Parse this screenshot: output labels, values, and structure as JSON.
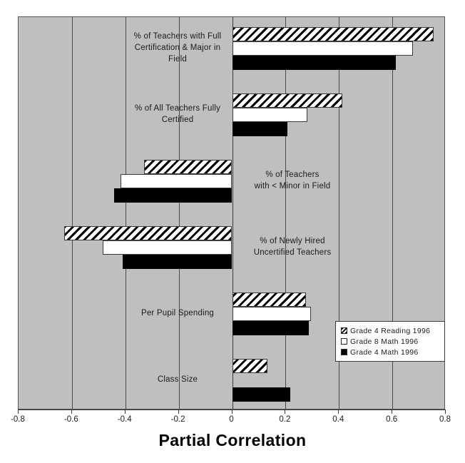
{
  "chart_data": {
    "type": "bar",
    "orientation": "horizontal",
    "title": "",
    "xlabel": "Partial Correlation",
    "ylabel": "",
    "xlim": [
      -0.8,
      0.8
    ],
    "xticks": [
      "-0.8",
      "-0.6",
      "-0.4",
      "-0.2",
      "0",
      "0.2",
      "0.4",
      "0.6",
      "0.8"
    ],
    "xtick_values": [
      -0.8,
      -0.6,
      -0.4,
      -0.2,
      0,
      0.2,
      0.4,
      0.6,
      0.8
    ],
    "grid": true,
    "legend_position": "bottom-right",
    "plot_background": "#bfbfbf",
    "categories": [
      "% of Teachers with Full\nCertification & Major in\nField",
      "% of All Teachers Fully\nCertified",
      "% of Teachers\nwith < Minor in Field",
      "% of Newly Hired\nUncertified Teachers",
      "Per Pupil Spending",
      "Class Size"
    ],
    "series": [
      {
        "name": "Grade 4 Reading 1996",
        "fill": "hatched",
        "values": [
          0.755,
          0.413,
          -0.33,
          -0.63,
          0.277,
          0.133
        ]
      },
      {
        "name": "Grade 8 Math 1996",
        "fill": "white",
        "values": [
          0.678,
          0.282,
          -0.418,
          -0.486,
          0.295,
          0.0
        ]
      },
      {
        "name": "Grade 4 Math 1996",
        "fill": "black",
        "values": [
          0.614,
          0.207,
          -0.442,
          -0.41,
          0.287,
          0.218
        ]
      }
    ]
  },
  "legend": {
    "items": [
      {
        "label": "Grade 4 Reading 1996",
        "fill": "hatched"
      },
      {
        "label": "Grade 8 Math 1996",
        "fill": "white"
      },
      {
        "label": "Grade 4 Math 1996",
        "fill": "black"
      }
    ]
  }
}
